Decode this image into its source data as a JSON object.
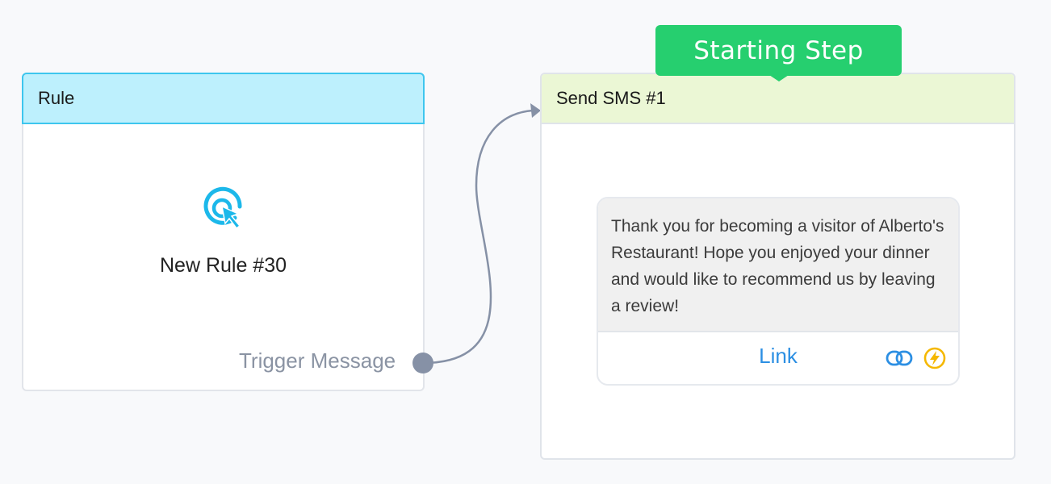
{
  "rule_node": {
    "header": "Rule",
    "name": "New Rule #30",
    "output_label": "Trigger Message",
    "icon": "cursor-click-icon"
  },
  "starting_badge": "Starting Step",
  "sms_node": {
    "header": "Send SMS #1",
    "message": "Thank you for becoming a visitor of Alberto's Restaurant! Hope you enjoyed your dinner and would like to recommend us by leaving a review!",
    "link_label": "Link",
    "icons": [
      "link-chain-icon",
      "lightning-bolt-icon"
    ]
  },
  "colors": {
    "rule_header_bg": "#bdf0fd",
    "rule_header_border": "#3ec6ee",
    "sms_header_bg": "#ebf7d5",
    "badge_green": "#26cf6f",
    "link_blue": "#2c8fe3",
    "bolt_yellow": "#f5b800",
    "connector": "#8691a6"
  }
}
